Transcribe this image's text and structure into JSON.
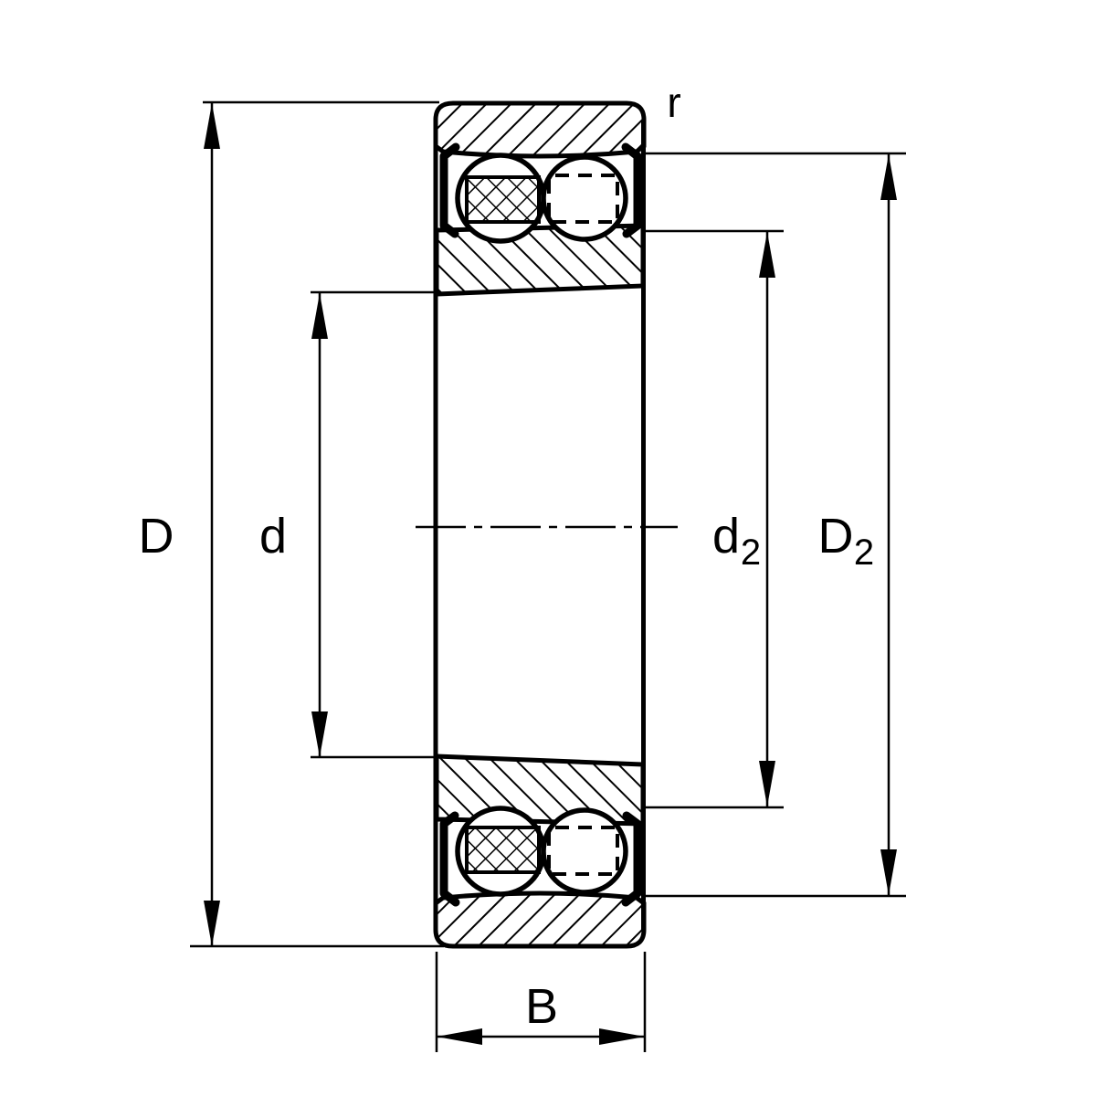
{
  "colors": {
    "background": "#ffffff",
    "ink": "#000000"
  },
  "labels": {
    "outer_diameter": "D",
    "bore_diameter": "d",
    "d2_base": "d",
    "d2_sub": "2",
    "D2_base": "D",
    "D2_sub": "2",
    "width": "B",
    "chamfer_radius": "r"
  }
}
